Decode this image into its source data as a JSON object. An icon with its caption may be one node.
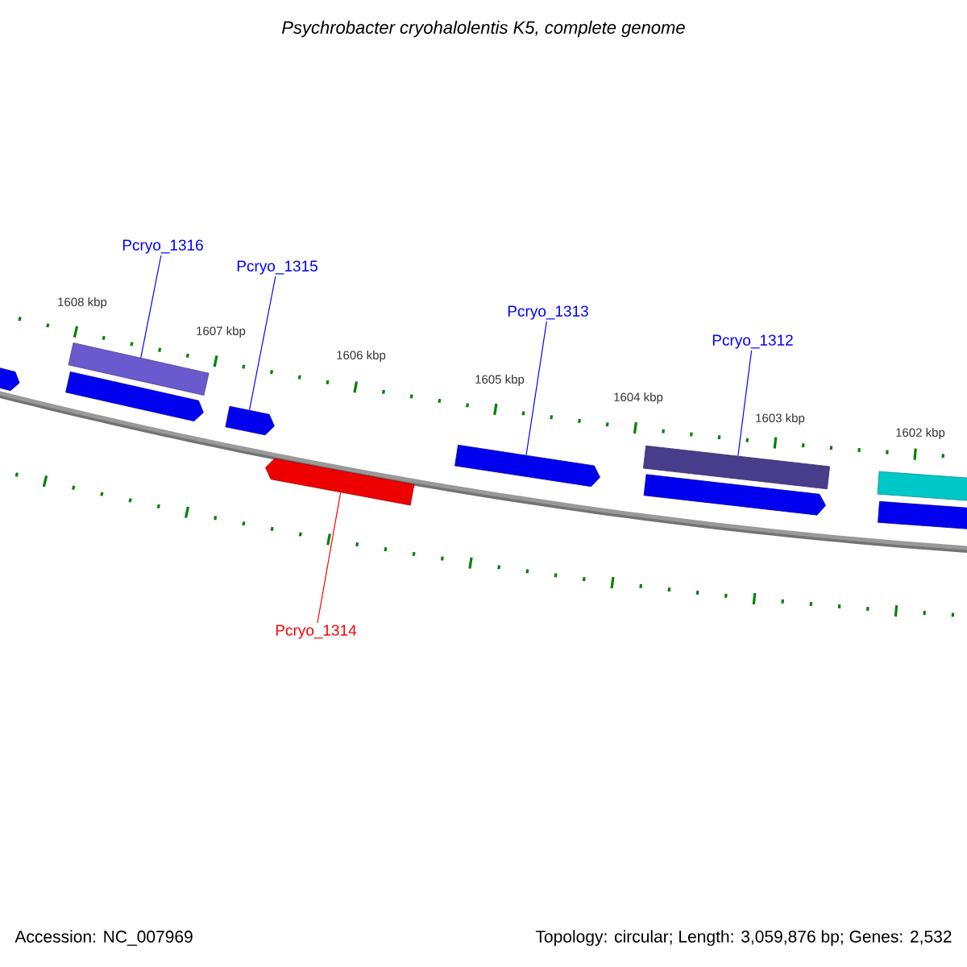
{
  "diagram": {
    "title": "Psychrobacter cryohalolentis K5, complete genome",
    "nodes": [
      {
        "text": [
          "Pcryo_1316"
        ]
      },
      {
        "text": [
          "Pcryo_1315"
        ]
      },
      {
        "text": [
          "Pcryo_1313"
        ]
      },
      {
        "text": [
          "Pcryo_1312"
        ]
      },
      {
        "text": [
          "Pcryo_1314"
        ]
      },
      {
        "text": [],
        "shape": "arrow"
      },
      {
        "text": [],
        "shape": "bar"
      },
      {
        "text": [],
        "shape": "arrow"
      },
      {
        "text": [],
        "shape": "arrow"
      },
      {
        "text": [],
        "shape": "arrow"
      },
      {
        "text": [],
        "shape": "arrow"
      },
      {
        "text": [],
        "shape": "bar"
      },
      {
        "text": [],
        "shape": "arrow"
      },
      {
        "text": [],
        "shape": "bar"
      },
      {
        "text": [],
        "shape": "arrow"
      }
    ],
    "edges": [
      {
        "from": 0,
        "to": 6,
        "arrow": "none"
      },
      {
        "from": 1,
        "to": 8,
        "arrow": "none"
      },
      {
        "from": 2,
        "to": 10,
        "arrow": "none"
      },
      {
        "from": 3,
        "to": 11,
        "arrow": "none"
      },
      {
        "from": 4,
        "to": 9,
        "arrow": "none",
        "color": "#ff0000"
      }
    ],
    "labels": [
      "1608 kbp",
      "1607 kbp",
      "1606 kbp",
      "1605 kbp",
      "1604 kbp",
      "1603 kbp",
      "1602 kbp",
      "Accession: NC_007969",
      "Topology: circular; Length: 3,059,876 bp; Genes: 2,532"
    ]
  }
}
